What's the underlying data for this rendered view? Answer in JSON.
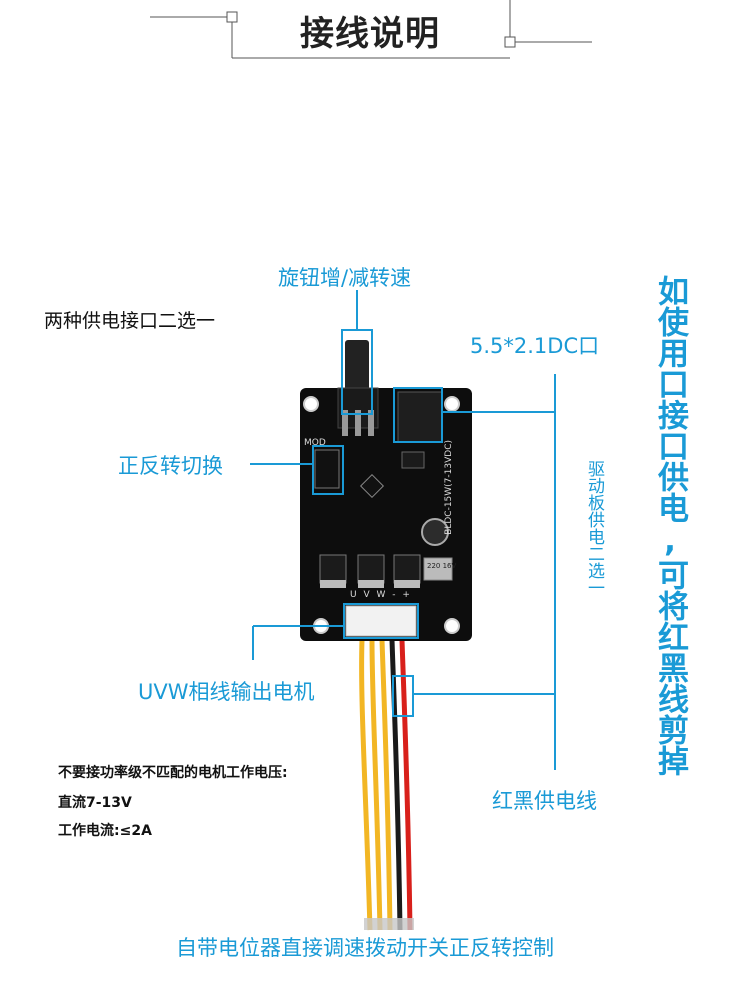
{
  "title": "接线说明",
  "labels": {
    "knob": "旋钮增/减转速",
    "dual_power": "两种供电接口二选一",
    "dc_jack": "5.5*2.1DC口",
    "direction_switch": "正反转切换",
    "driver_power": "驱动板供电二选一",
    "uvw_output": "UVW相线输出电机",
    "red_black_power": "红黑供电线",
    "side_note": "如使用口接口供电,可将红黑线剪掉",
    "bottom_caption": "自带电位器直接调速拨动开关正反转控制"
  },
  "notes": [
    "不要接功率级不匹配的电机工作电压:",
    "直流7-13V",
    "工作电流:≤2A"
  ],
  "board": {
    "silk_model": "BLDC-15W(7-13VDC)",
    "silk_mode": "MOD",
    "connector_pins": "U V W - +",
    "capacitor_text": "220 16V"
  },
  "colors": {
    "accent": "#1a9ad6",
    "board": "#0d0d0d",
    "wire_yellow": "#f2b624",
    "wire_red": "#d8201b",
    "wire_black": "#1a1a1a"
  }
}
